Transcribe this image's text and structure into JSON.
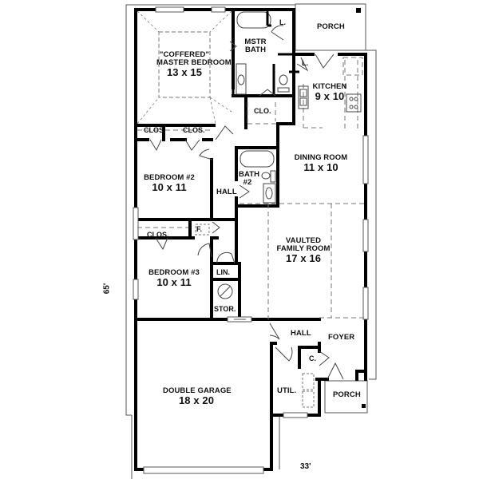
{
  "plan": {
    "overall_depth": "65'",
    "overall_width": "33'",
    "colors": {
      "wall": "#000000",
      "thin_line": "#555555",
      "dashed": "#777777",
      "background": "#ffffff"
    }
  },
  "rooms": {
    "master_bedroom": {
      "name_line1": "\"COFFERED\"",
      "name_line2": "MASTER BEDROOM",
      "dim": "13 x 15"
    },
    "master_bath": {
      "name_line1": "MSTR",
      "name_line2": "BATH"
    },
    "master_linen": {
      "name": "L."
    },
    "master_closet": {
      "name": "CLO."
    },
    "porch_rear": {
      "name": "PORCH"
    },
    "pantry": {
      "name": "L."
    },
    "kitchen": {
      "name": "KITCHEN",
      "dim": "9 x 10"
    },
    "closet_1": {
      "name": "CLOS."
    },
    "closet_2": {
      "name": "CLOS."
    },
    "bedroom2": {
      "name": "BEDROOM #2",
      "dim": "10 x 11"
    },
    "hall_upper": {
      "name": "HALL"
    },
    "bath2": {
      "name_line1": "BATH",
      "name_line2": "#2"
    },
    "dining_room": {
      "name": "DINING ROOM",
      "dim": "11 x 10"
    },
    "closet_3": {
      "name": "CLOS."
    },
    "furnace": {
      "name": "F."
    },
    "bedroom3": {
      "name": "BEDROOM #3",
      "dim": "10 x 11"
    },
    "linen": {
      "name": "LIN."
    },
    "storage": {
      "name": "STOR."
    },
    "family_room": {
      "name_line1": "VAULTED",
      "name_line2": "FAMILY ROOM",
      "dim": "17 x 16"
    },
    "hall_lower": {
      "name": "HALL"
    },
    "foyer": {
      "name": "FOYER"
    },
    "coat_closet": {
      "name": "C."
    },
    "utility": {
      "name": "UTIL."
    },
    "porch_front": {
      "name": "PORCH"
    },
    "garage": {
      "name": "DOUBLE GARAGE",
      "dim": "18 x 20"
    }
  }
}
